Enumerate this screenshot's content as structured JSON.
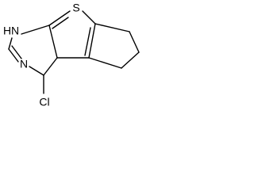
{
  "molecule": {
    "atoms": {
      "sulfur": "S",
      "nh_nitrogen": "N",
      "nh_hydrogen": "H",
      "imine_nitrogen": "N",
      "chlorine": "Cl"
    }
  },
  "colors": {
    "bond": "#000000",
    "label": "#000000",
    "background": "#ffffff"
  }
}
